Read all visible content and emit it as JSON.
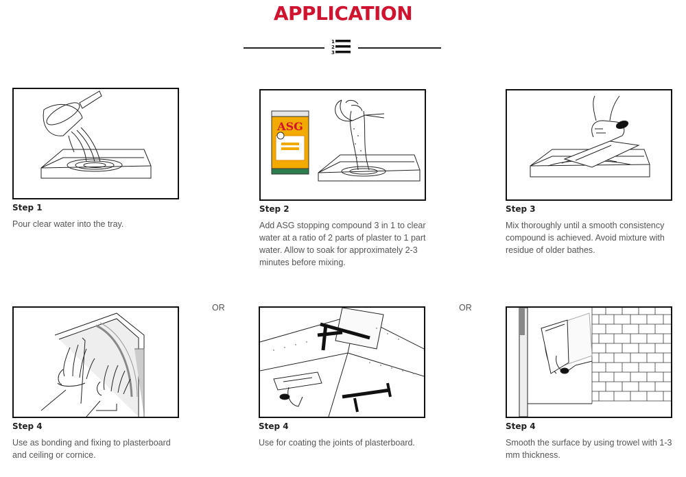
{
  "title": "APPLICATION",
  "colors": {
    "title": "#d0132f",
    "text": "#555555",
    "frame": "#111111"
  },
  "divider_icon": "numbered-list-icon",
  "steps_row1": [
    {
      "label": "Step 1",
      "description": "Pour clear water into the tray.",
      "image": "water-pouring-illustration"
    },
    {
      "label": "Step 2",
      "description": "Add ASG stopping compound 3 in 1 to clear water at a ratio of 2 parts of plaster to 1 part water. Allow to soak for approximately 2-3 minutes before mixing.",
      "image": "powder-adding-illustration",
      "bag_brand": "ASG"
    },
    {
      "label": "Step 3",
      "description": "Mix thoroughly until a smooth consistency compound is achieved. Avoid mixture with residue of older bathes.",
      "image": "mixing-trowel-illustration"
    }
  ],
  "steps_row2": [
    {
      "label": "Step 4",
      "description": "Use as bonding and fixing to plasterboard and ceiling or cornice.",
      "image": "cornice-fixing-illustration"
    },
    {
      "label": "Step 4",
      "description": "Use for coating the joints of plasterboard.",
      "image": "joint-coating-illustration"
    },
    {
      "label": "Step 4",
      "description": "Smooth the surface by using trowel with 1-3 mm thickness.",
      "image": "wall-smoothing-illustration"
    }
  ],
  "or_label_1": "OR",
  "or_label_2": "OR"
}
